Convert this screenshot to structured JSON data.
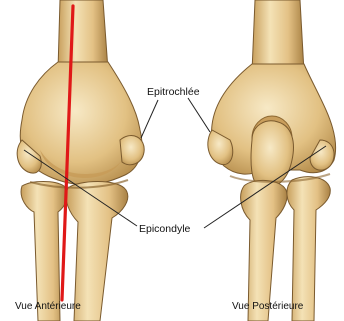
{
  "labels": {
    "epitrochlee": "Epitrochlée",
    "epicondyle": "Epicondyle",
    "anterior_view": "Vue Antérieure",
    "posterior_view": "Vue Postérieure"
  },
  "colors": {
    "bone_fill": "#e9cf97",
    "bone_light": "#f6e7c1",
    "bone_shadow": "#b7904f",
    "bone_outline": "#7a5a2e",
    "axis_line": "#e01818",
    "leader_line": "#222222",
    "text": "#111111"
  }
}
